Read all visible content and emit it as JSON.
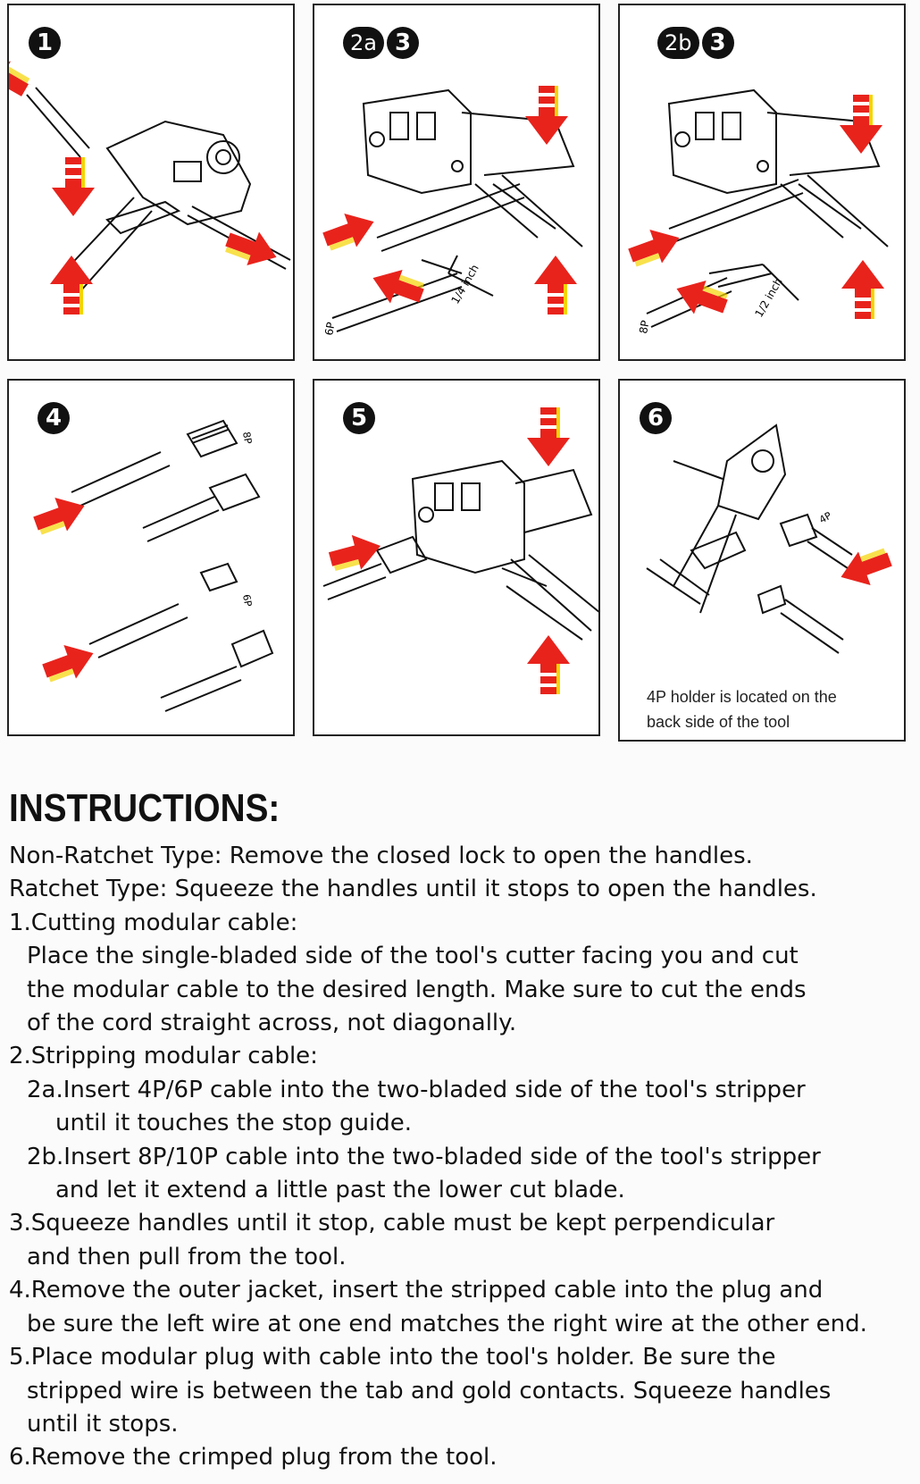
{
  "panels": [
    {
      "badges": [
        "1"
      ]
    },
    {
      "badges": [
        "2a",
        "3"
      ],
      "dimension": "1/4 inch",
      "cable": "6P"
    },
    {
      "badges": [
        "2b",
        "3"
      ],
      "dimension": "1/2 inch",
      "cable": "8P"
    },
    {
      "badges": [
        "4"
      ],
      "plug_top": "8P",
      "plug_bottom": "6P"
    },
    {
      "badges": [
        "5"
      ]
    },
    {
      "badges": [
        "6"
      ],
      "plug_label": "4P",
      "note": [
        "4P holder is located on the",
        "back side of the tool"
      ]
    }
  ],
  "instructions": {
    "title": "INSTRUCTIONS:",
    "lines": [
      {
        "indent": 0,
        "text": "Non-Ratchet Type: Remove the closed lock to open the handles."
      },
      {
        "indent": 0,
        "text": "Ratchet Type: Squeeze the handles until it stops to open the handles."
      },
      {
        "indent": 0,
        "text": "1.Cutting modular cable:"
      },
      {
        "indent": 1,
        "text": "Place the single-bladed side of the tool's cutter facing you and cut"
      },
      {
        "indent": 1,
        "text": "the modular cable to the desired length. Make sure to cut the ends"
      },
      {
        "indent": 1,
        "text": "of the cord straight across, not diagonally."
      },
      {
        "indent": 0,
        "text": "2.Stripping modular cable:"
      },
      {
        "indent": 1,
        "text": "2a.Insert 4P/6P cable into the two-bladed side of the tool's stripper"
      },
      {
        "indent": 2,
        "text": "until it touches the stop guide."
      },
      {
        "indent": 1,
        "text": "2b.Insert 8P/10P cable into the two-bladed side of the tool's stripper"
      },
      {
        "indent": 2,
        "text": "and let it extend a little past the lower cut blade."
      },
      {
        "indent": 0,
        "text": "3.Squeeze handles until it stop, cable must be kept perpendicular"
      },
      {
        "indent": 1,
        "text": "and then pull from the tool."
      },
      {
        "indent": 0,
        "text": "4.Remove the outer jacket, insert the stripped cable into the plug and"
      },
      {
        "indent": 1,
        "text": "be sure the left wire at one end matches the right wire at the other end."
      },
      {
        "indent": 0,
        "text": "5.Place modular plug with cable into the tool's holder. Be sure the"
      },
      {
        "indent": 1,
        "text": "stripped wire  is between the tab and gold contacts. Squeeze handles"
      },
      {
        "indent": 1,
        "text": "until it stops."
      },
      {
        "indent": 0,
        "text": "6.Remove the crimped plug from the tool."
      }
    ]
  },
  "colors": {
    "arrow": "#e8231c",
    "arrow_stripe": "#f5d400",
    "ink": "#111111"
  }
}
